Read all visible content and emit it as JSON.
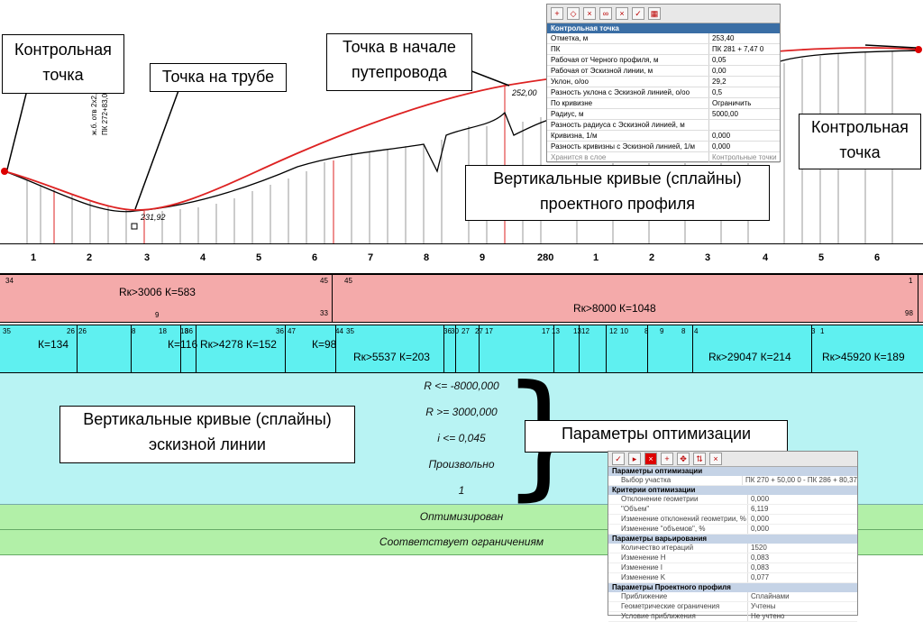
{
  "profile": {
    "elev_low": "231,92",
    "elev_high": "252,00",
    "pipe_label": "ж.б. отв 2x2,5",
    "pipe_pk": "ПК 272+83,05"
  },
  "ticks": [
    "1",
    "2",
    "3",
    "4",
    "5",
    "6",
    "7",
    "8",
    "9",
    "280",
    "1",
    "2",
    "3",
    "4",
    "5",
    "6"
  ],
  "pink_band": {
    "seg1": "Rк>3006   К=583",
    "seg2": "Rк>8000      К=1048",
    "n34": "34",
    "n45a": "45",
    "n45b": "45",
    "n1": "1",
    "n9": "9",
    "n33": "33",
    "n98": "98"
  },
  "cyan_band": {
    "s1": "К=134",
    "s2": "К=116",
    "s3": "Rк>4278 К=152",
    "s4": "К=98",
    "s5": "Rк>5537 К=203",
    "s6": "Rк>29047 К=214",
    "s7": "Rк>45920 К=189",
    "nums": [
      "35",
      "26",
      "26",
      "8",
      "18",
      "18",
      "36",
      "36",
      "47",
      "44",
      "35",
      "36",
      "30",
      "27",
      "27",
      "17",
      "17",
      "13",
      "13",
      "12",
      "12",
      "10",
      "8",
      "9",
      "8",
      "4",
      "3",
      "1"
    ]
  },
  "params": {
    "row1": "R <= -8000,000",
    "row2": "R >= 3000,000",
    "row3": "i <= 0,045",
    "row4": "Произвольно",
    "row5": "1",
    "row6": "Оптимизирован",
    "row7": "Соответствует ограничениям"
  },
  "callouts": {
    "control_left": "Контрольная точка",
    "pipe_point": "Точка на трубе",
    "overpass": "Точка в начале путепровода",
    "control_right": "Контрольная точка",
    "design_curves": "Вертикальные кривые (сплайны) проектного профиля",
    "sketch_curves": "Вертикальные кривые (сплайны) эскизной линии",
    "opt_params": "Параметры оптимизации"
  },
  "prop_panel": {
    "title": "Контрольная точка",
    "rows": [
      [
        "Отметка, м",
        "253,40"
      ],
      [
        "ПК",
        "ПК   281 + 7,47  0"
      ],
      [
        "Рабочая от Черного профиля, м",
        "0,05"
      ],
      [
        "Рабочая от Эскизной линии, м",
        "0,00"
      ],
      [
        "Уклон,  о/оо",
        "29,2"
      ],
      [
        "Разность уклона с Эскизной линией,  о/оо",
        "0,5"
      ],
      [
        "По кривизне",
        "Ограничить"
      ],
      [
        "Радиус, м",
        "5000,00"
      ],
      [
        "Разность радиуса с Эскизной линией, м",
        ""
      ],
      [
        "Кривизна, 1/м",
        "0,000"
      ],
      [
        "Разность кривизны с Эскизной линией, 1/м",
        "0,000"
      ],
      [
        "Хранится в слое",
        "Контрольные точки"
      ]
    ]
  },
  "opt_panel": {
    "g1": "Параметры оптимизации",
    "r1": [
      "Выбор участка",
      "ПК   270 + 50,00  0 - ПК   286 + 80,37"
    ],
    "g2": "Критерии оптимизации",
    "r2": [
      [
        "Отклонение геометрии",
        "0,000"
      ],
      [
        "\"Объем\"",
        "6,119"
      ],
      [
        "Изменение отклонений геометрии, %",
        "0,000"
      ],
      [
        "Изменение \"объемов\", %",
        "0,000"
      ]
    ],
    "g3": "Параметры варьирования",
    "r3": [
      [
        "Количество итераций",
        "1520"
      ],
      [
        "Изменение H",
        "0,083"
      ],
      [
        "Изменение I",
        "0,083"
      ],
      [
        "Изменение K",
        "0,077"
      ]
    ],
    "g4": "Параметры Проектного профиля",
    "r4": [
      [
        "Приближение",
        "Сплайнами"
      ],
      [
        "Геометрические ограничения",
        "Учтены"
      ],
      [
        "Условие приближения",
        "Не учтено"
      ]
    ]
  }
}
